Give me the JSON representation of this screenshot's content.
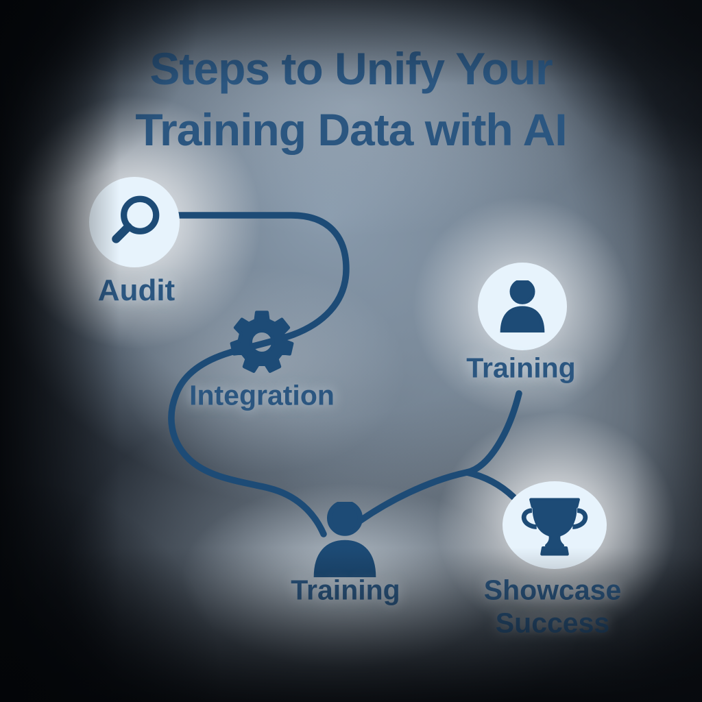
{
  "title": {
    "line1": "Steps to Unify Your",
    "line2": "Training Data with AI"
  },
  "nodes": [
    {
      "id": "audit",
      "label": "Audit",
      "icon": "magnifier-icon",
      "has_badge": true
    },
    {
      "id": "integration",
      "label": "Integration",
      "icon": "gear-icon",
      "has_badge": false
    },
    {
      "id": "training-right",
      "label": "Training",
      "icon": "person-icon",
      "has_badge": true
    },
    {
      "id": "training-bottom",
      "label": "Training",
      "icon": "person-icon",
      "has_badge": false
    },
    {
      "id": "showcase-success",
      "label": "Showcase Success",
      "label_line1": "Showcase",
      "label_line2": "Success",
      "icon": "trophy-icon",
      "has_badge": true
    }
  ],
  "edges": [
    {
      "from": "audit",
      "to": "integration"
    },
    {
      "from": "integration",
      "to": "training-bottom"
    },
    {
      "from": "training-bottom",
      "to": "training-right"
    },
    {
      "from": "training-bottom",
      "to": "showcase-success"
    }
  ],
  "colors": {
    "ink": "#1d4b76",
    "label": "#2b5680",
    "badge": "#e7f3fc",
    "field": "#8c9eb2",
    "background_dark": "#0a0d12"
  }
}
